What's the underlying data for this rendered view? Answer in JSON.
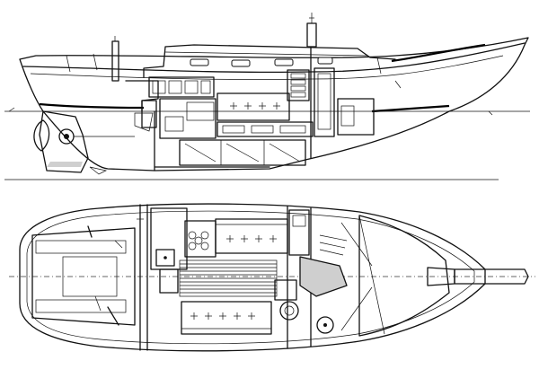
{
  "drawing": {
    "views": [
      "profile",
      "plan"
    ],
    "profile": {
      "components": [
        "hull",
        "cabin-house",
        "sheer-stripe",
        "boot-stripe",
        "rudder",
        "propeller",
        "mast",
        "interior-joinery",
        "waterline",
        "baseline"
      ]
    },
    "plan": {
      "components": [
        "hull-outline",
        "cockpit",
        "galley-stove",
        "galley-sink",
        "settee-port",
        "settee-starboard",
        "cabin-sole",
        "head",
        "v-berth",
        "bowsprit",
        "anchor-locker",
        "centerline"
      ]
    }
  }
}
